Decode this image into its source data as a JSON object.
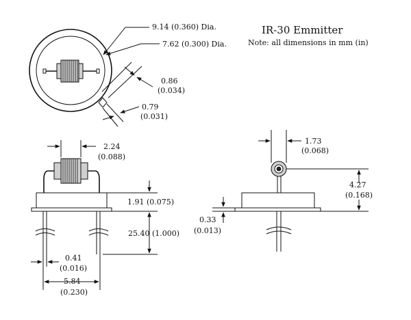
{
  "title": "IR-30 Emmitter",
  "note": "Note: all dimensions in mm (in)",
  "dimensions": {
    "outer_dia": "9.14 (0.360) Dia.",
    "inner_dia": "7.62 (0.300) Dia.",
    "d086": "0.86",
    "d086_in": "(0.034)",
    "d079": "0.79",
    "d079_in": "(0.031)",
    "d224": "2.24",
    "d224_in": "(0.088)",
    "d191": "1.91 (0.075)",
    "d2540": "25.40 (1.000)",
    "d041": "0.41",
    "d041_in": "(0.016)",
    "d584": "5.84",
    "d584_in": "(0.230)",
    "d173": "1.73",
    "d173_in": "(0.068)",
    "d427": "4.27",
    "d427_in": "(0.168)",
    "d033": "0.33",
    "d033_in": "(0.013)"
  }
}
